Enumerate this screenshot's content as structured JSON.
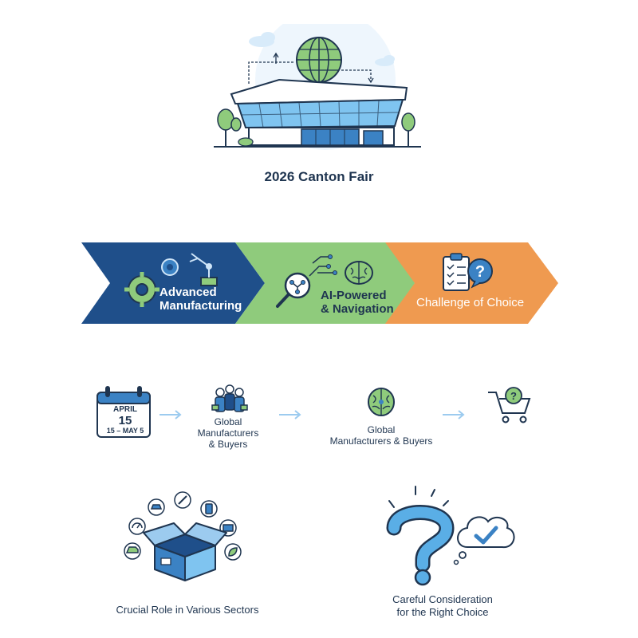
{
  "header": {
    "title": "2026 Canton Fair"
  },
  "banner": {
    "segments": [
      {
        "line1": "Advanced",
        "line2": "Manufacturing",
        "color": "#1f4f8a"
      },
      {
        "line1": "AI-Powered",
        "line2": "& Navigation",
        "color": "#8fcb7c"
      },
      {
        "line1": "Challenge of Choice",
        "line2": "",
        "color": "#ef9a50"
      }
    ]
  },
  "flow": {
    "calendar": {
      "month": "APRIL",
      "day": "15",
      "range": "15 – MAY 5"
    },
    "step2": {
      "line1": "Global",
      "line2": "Manufacturers",
      "line3": "& Buyers"
    },
    "step3": {
      "line1": "Global",
      "line2": "Manufacturers & Buyers"
    },
    "step4": {
      "icon": "shopping-cart-question-icon"
    }
  },
  "bottom": {
    "left_caption": "Crucial Role in Various Sectors",
    "right_caption_line1": "Careful Consideration",
    "right_caption_line2": "for the Right Choice"
  },
  "colors": {
    "navy": "#1f4f8a",
    "blue": "#3b82c4",
    "green": "#8fcb7c",
    "orange": "#ef9a50",
    "light_blue": "#7fc4f0"
  }
}
